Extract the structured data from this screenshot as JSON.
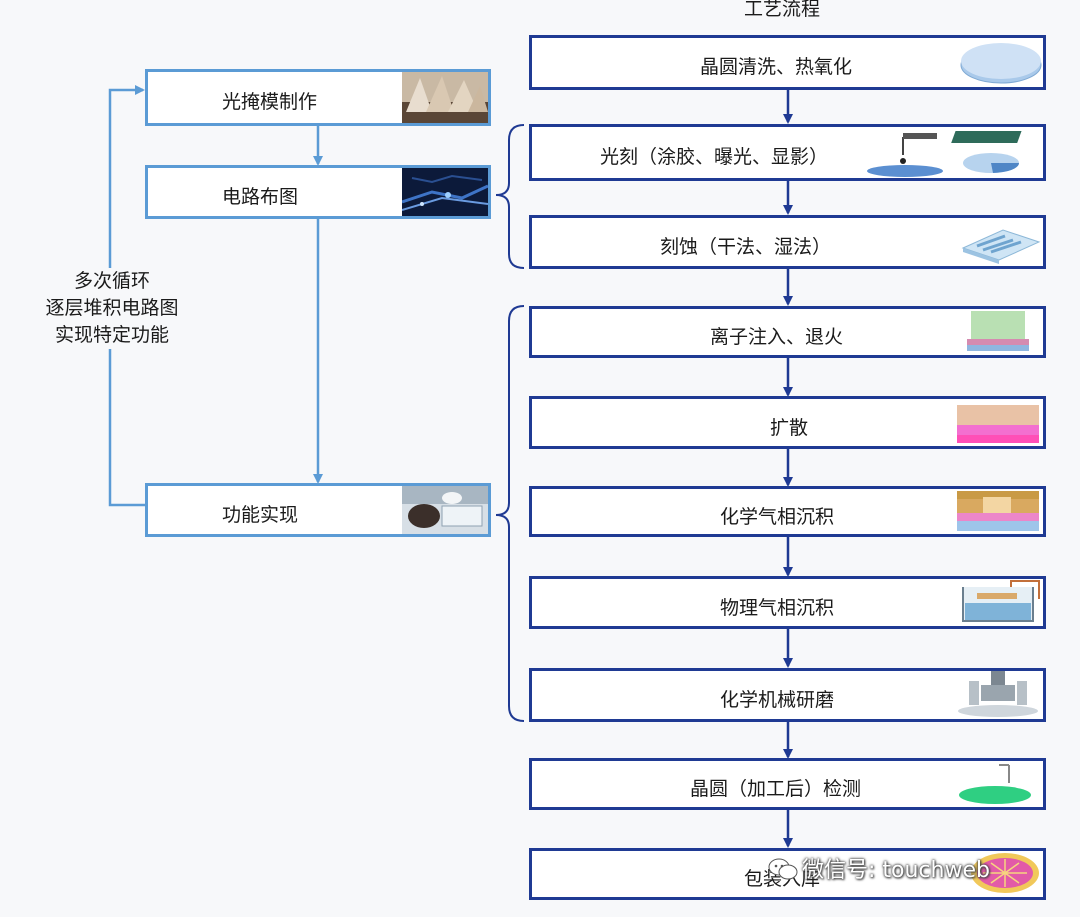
{
  "diagram": {
    "title": "工艺流程",
    "left_boxes": [
      {
        "label": "光掩模制作",
        "thumb": "mask-photo-icon"
      },
      {
        "label": "电路布图",
        "thumb": "circuit-layout-photo-icon"
      },
      {
        "label": "功能实现",
        "thumb": "lab-hand-photo-icon"
      }
    ],
    "loop_note": [
      "多次循环",
      "逐层堆积电路图",
      "实现特定功能"
    ],
    "right_boxes": [
      {
        "label": "晶圆清洗、热氧化",
        "thumb": "wafer-disc-icon"
      },
      {
        "label": "光刻（涂胶、曝光、显影）",
        "thumb": "lithography-icon"
      },
      {
        "label": "刻蚀（干法、湿法）",
        "thumb": "etching-icon"
      },
      {
        "label": "离子注入、退火",
        "thumb": "ion-implant-icon"
      },
      {
        "label": "扩散",
        "thumb": "diffusion-icon"
      },
      {
        "label": "化学气相沉积",
        "thumb": "cvd-icon"
      },
      {
        "label": "物理气相沉积",
        "thumb": "pvd-icon"
      },
      {
        "label": "化学机械研磨",
        "thumb": "cmp-machine-icon"
      },
      {
        "label": "晶圆（加工后）检测",
        "thumb": "wafer-inspection-icon"
      },
      {
        "label": "包装入库",
        "thumb": "packaged-wafer-icon"
      }
    ],
    "colors": {
      "left_border": "#5b9bd5",
      "right_border": "#1f3a93"
    }
  },
  "watermark": {
    "text": "微信号: touchweb",
    "icon": "wechat-icon"
  }
}
